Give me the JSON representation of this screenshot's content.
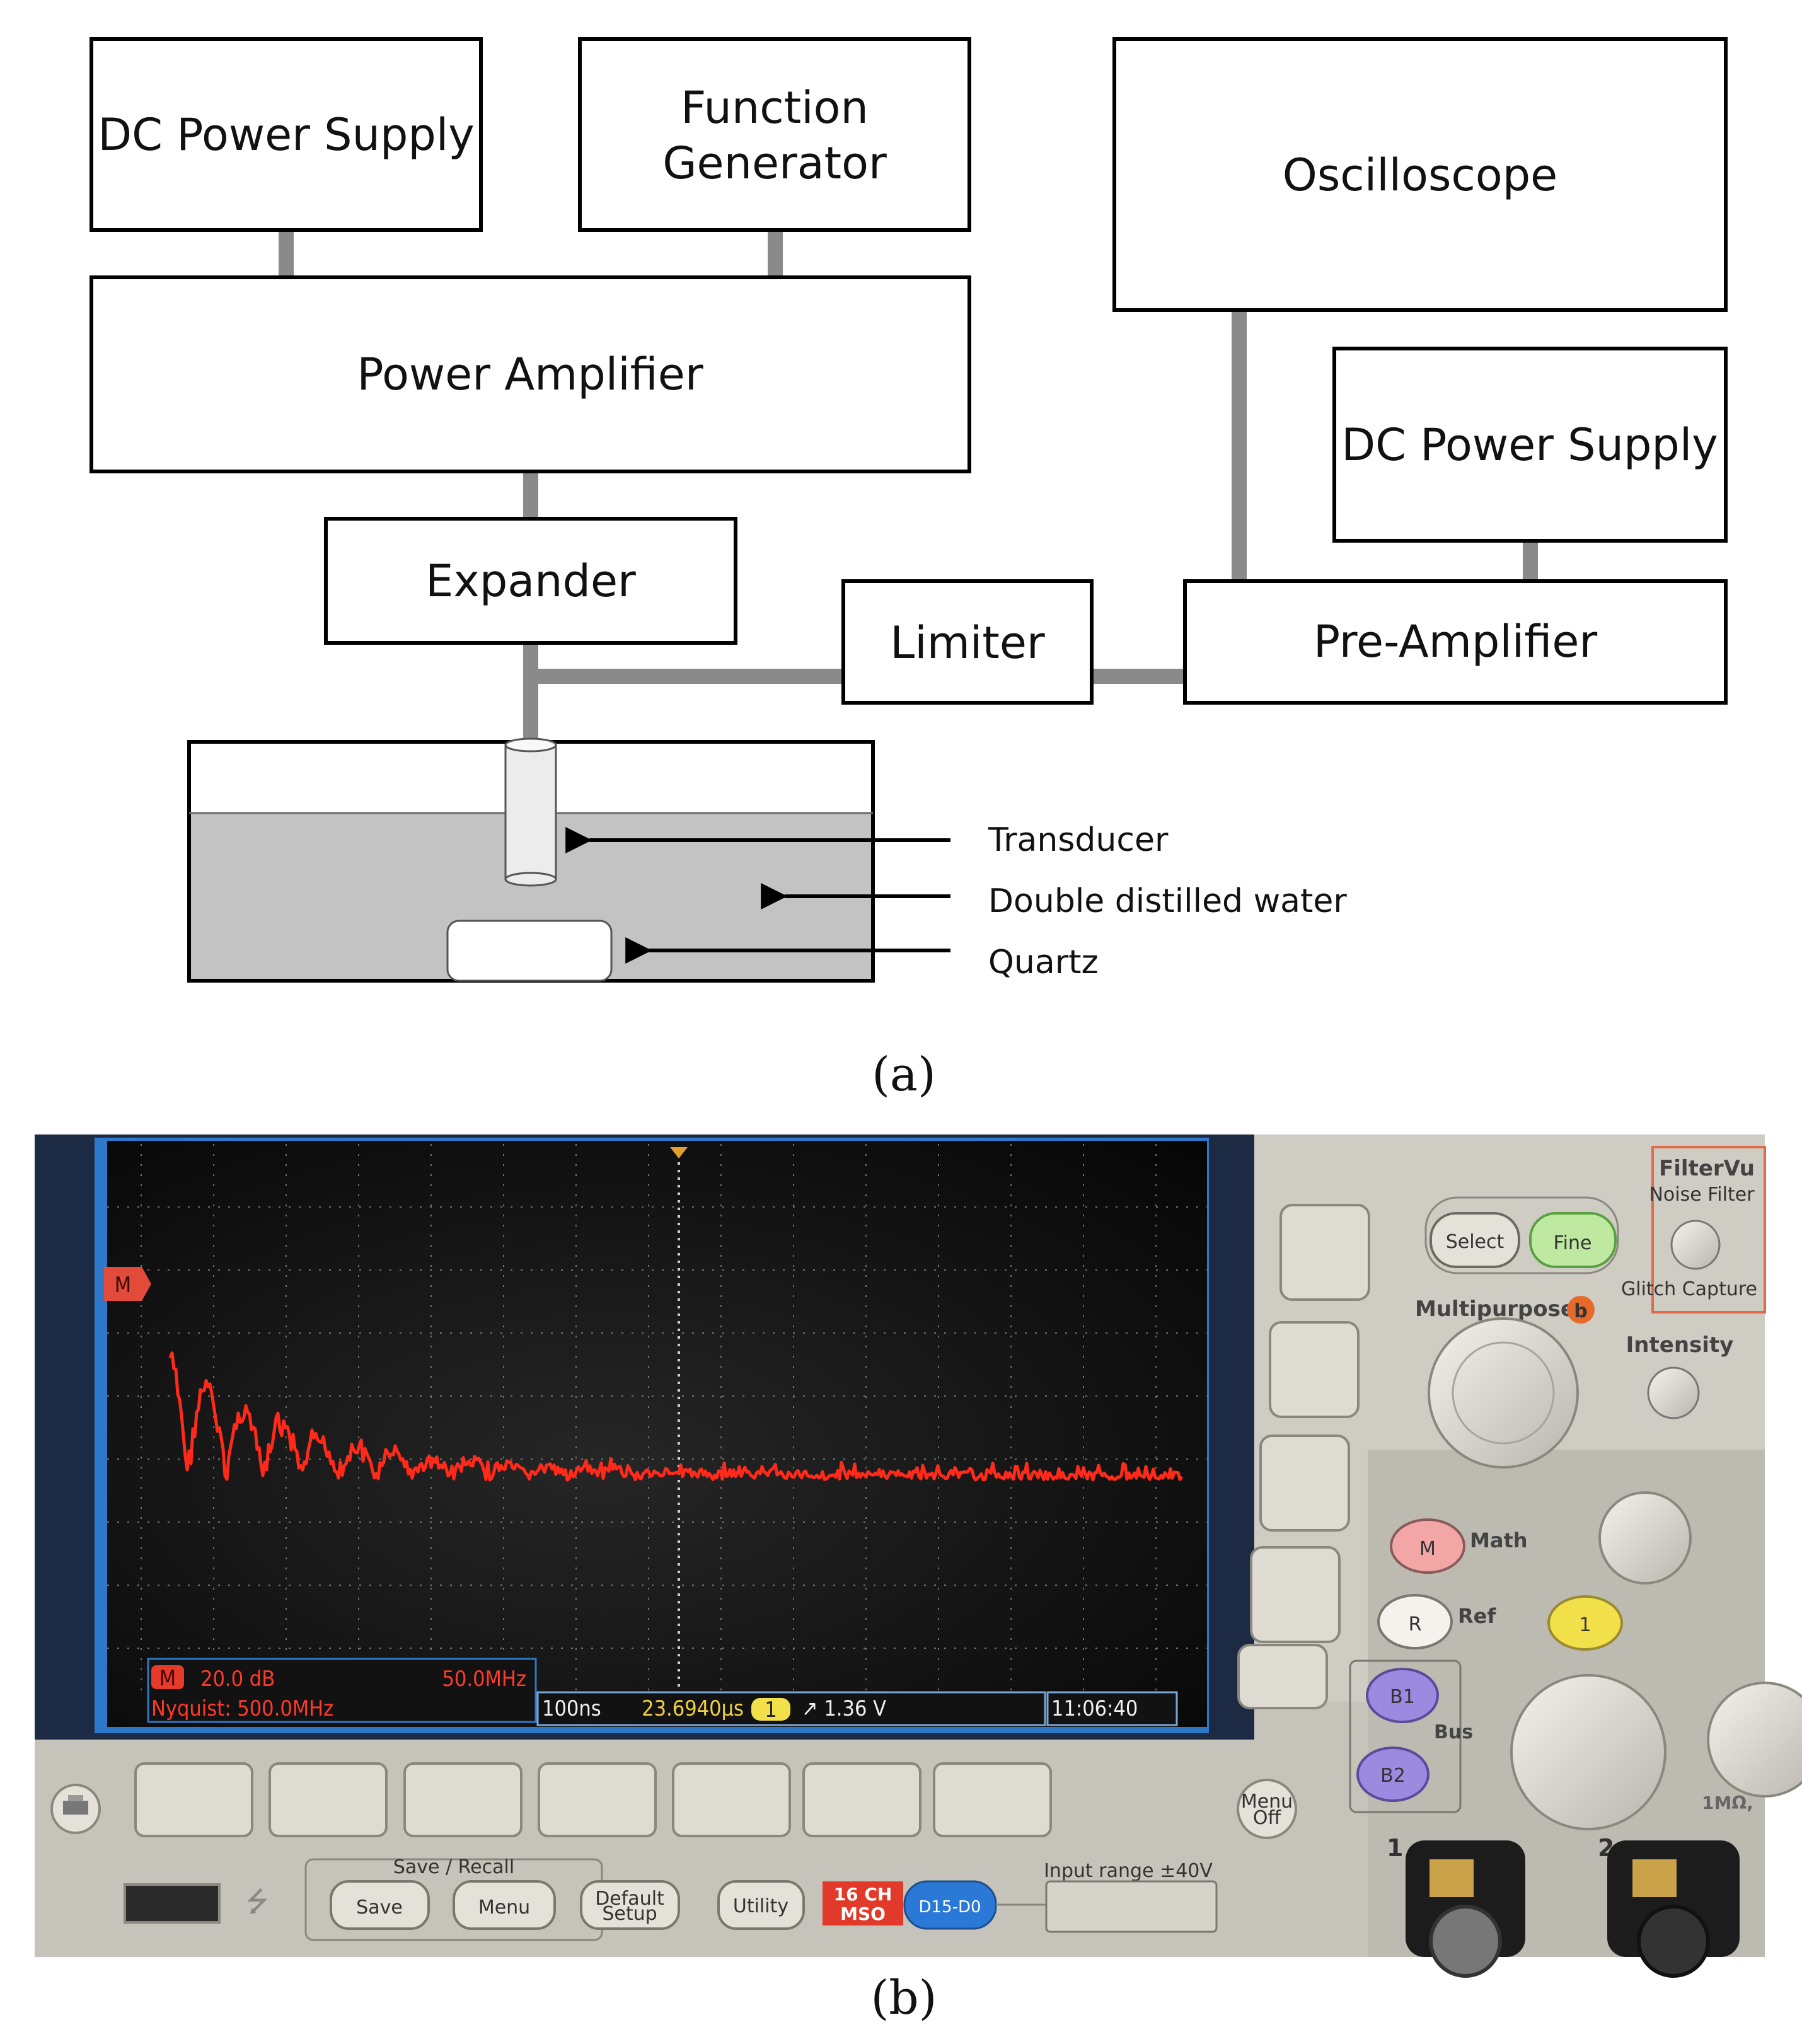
{
  "blocks": {
    "dc_power_supply_1": "DC Power Supply",
    "function_generator_line1": "Function",
    "function_generator_line2": "Generator",
    "oscilloscope": "Oscilloscope",
    "power_amplifier": "Power Amplifier",
    "dc_power_supply_2": "DC Power Supply",
    "expander": "Expander",
    "limiter": "Limiter",
    "pre_amplifier": "Pre-Amplifier"
  },
  "annotations": {
    "transducer": "Transducer",
    "water": "Double distilled water",
    "quartz": "Quartz"
  },
  "captions": {
    "a": "(a)",
    "b": "(b)"
  },
  "scope": {
    "math_marker": "M",
    "math_badge": "M",
    "scale": "20.0 dB",
    "span": "50.0MHz",
    "nyquist": "Nyquist: 500.0MHz",
    "timebase": "100ns",
    "position": "23.6940µs",
    "trigger_channel": "1",
    "trigger_level": "↗ 1.36 V",
    "clock": "11:06:40",
    "trace_color": "#ff2a1a"
  },
  "panel": {
    "filtervu": "FilterVu",
    "noise_filter": "Noise Filter",
    "glitch_capture": "Glitch Capture",
    "select": "Select",
    "fine": "Fine",
    "multipurpose": "Multipurpose",
    "multipurpose_tag": "b",
    "intensity": "Intensity",
    "math_btn": "M",
    "math_label": "Math",
    "ref_btn": "R",
    "ref_label": "Ref",
    "ch1_btn": "1",
    "b1": "B1",
    "b2": "B2",
    "bus": "Bus",
    "impedance": "1MΩ,",
    "ch1_input": "1",
    "ch2_input": "2",
    "menu_off_1": "Menu",
    "menu_off_2": "Off",
    "save_recall": "Save / Recall",
    "save": "Save",
    "menu": "Menu",
    "default_1": "Default",
    "default_2": "Setup",
    "utility": "Utility",
    "model_1": "16 CH",
    "model_2": "MSO",
    "d15_d0": "D15-D0",
    "input_range": "Input range  ±40V"
  }
}
